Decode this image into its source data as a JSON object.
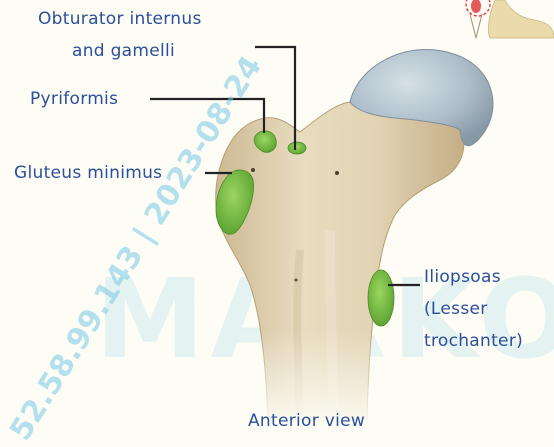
{
  "labels": {
    "obturator_line1": "Obturator internus",
    "obturator_line2": "and gamelli",
    "pyriformis": "Pyriformis",
    "gluteus_minimus": "Gluteus minimus",
    "iliopsoas_line1": "Iliopsoas",
    "iliopsoas_line2": "(Lesser",
    "iliopsoas_line3": "trochanter)",
    "view": "Anterior view"
  },
  "watermark": {
    "diagonal_text": "52.58.99.143 | 2023-08-24",
    "background_text": "MARKO"
  },
  "colors": {
    "label_text": "#2b4f9c",
    "leader_line": "#222222",
    "muscle_attachment": "#7ec34a",
    "bone": "#e2d3b0",
    "femoral_head": "#aebfca"
  }
}
